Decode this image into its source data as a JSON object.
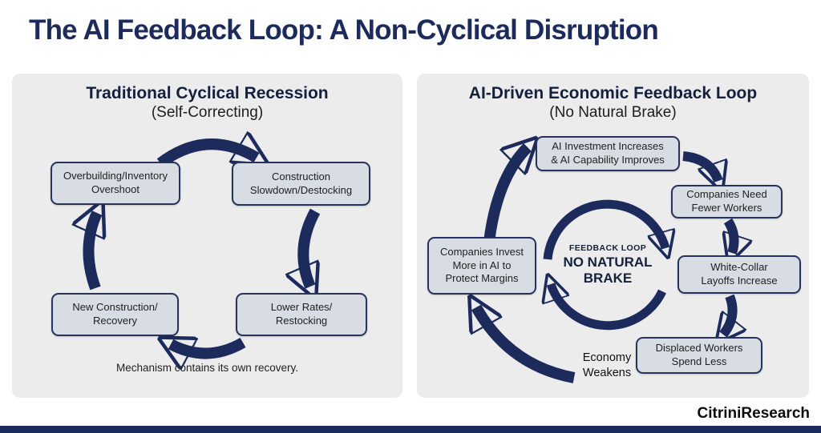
{
  "title": "The AI Feedback Loop: A Non-Cyclical Disruption",
  "brand": "CitriniResearch",
  "colors": {
    "navy": "#1c2b5c",
    "panel_bg": "#ececec",
    "box_bg": "#d8dce3",
    "box_border": "#26335c"
  },
  "left_panel": {
    "title": "Traditional Cyclical Recession",
    "subtitle": "(Self-Correcting)",
    "boxes": {
      "top_left": "Overbuilding/Inventory\nOvershoot",
      "top_right": "Construction\nSlowdown/Destocking",
      "bottom_right": "Lower Rates/\nRestocking",
      "bottom_left": "New Construction/\nRecovery"
    },
    "caption": "Mechanism contains its own recovery."
  },
  "right_panel": {
    "title": "AI-Driven Economic Feedback Loop",
    "subtitle": "(No Natural Brake)",
    "boxes": {
      "top": "AI Investment Increases\n& AI Capability Improves",
      "right_top": "Companies Need\nFewer Workers",
      "right_bottom": "White-Collar\nLayoffs Increase",
      "bottom": "Displaced Workers\nSpend Less",
      "left": "Companies Invest\nMore in AI to\nProtect Margins"
    },
    "floating_label": "Economy\nWeakens",
    "center": {
      "line1": "FEEDBACK LOOP",
      "line2": "NO NATURAL\nBRAKE"
    }
  }
}
